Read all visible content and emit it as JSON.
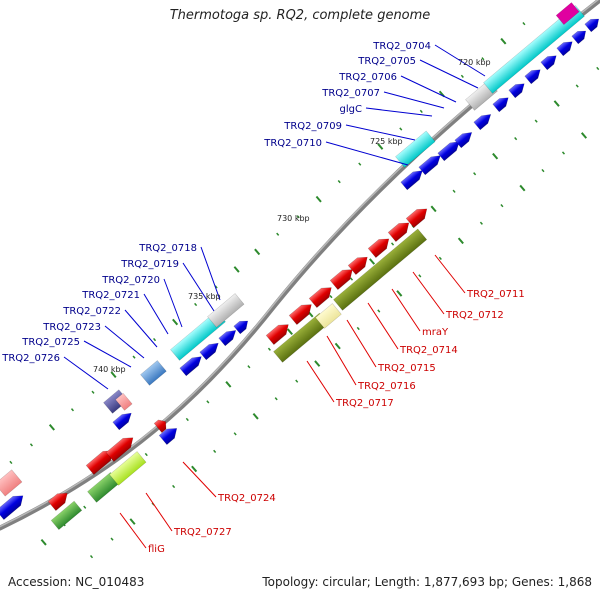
{
  "title": "Thermotoga sp. RQ2, complete genome",
  "accession_label": "Accession: NC_010483",
  "summary_label": "Topology: circular; Length: 1,877,693 bp; Genes: 1,868",
  "colors": {
    "backbone": "#808080",
    "forward_gene": "#e00000",
    "reverse_gene": "#0000e0",
    "forward_label": "#cc0000",
    "reverse_label": "#00008b",
    "tick": "#2d8a2d"
  },
  "scale_labels": [
    "720 kbp",
    "725 kbp",
    "730 kbp",
    "735 kbp",
    "740 kbp"
  ],
  "reverse_gene_labels": [
    "TRQ2_0704",
    "TRQ2_0705",
    "TRQ2_0706",
    "TRQ2_0707",
    "glgC",
    "TRQ2_0709",
    "TRQ2_0710",
    "TRQ2_0718",
    "TRQ2_0719",
    "TRQ2_0720",
    "TRQ2_0721",
    "TRQ2_0722",
    "TRQ2_0723",
    "TRQ2_0725",
    "TRQ2_0726"
  ],
  "forward_gene_labels": [
    "TRQ2_0711",
    "TRQ2_0712",
    "mraY",
    "TRQ2_0714",
    "TRQ2_0715",
    "TRQ2_0716",
    "TRQ2_0717",
    "TRQ2_0724",
    "TRQ2_0727",
    "fliG"
  ]
}
